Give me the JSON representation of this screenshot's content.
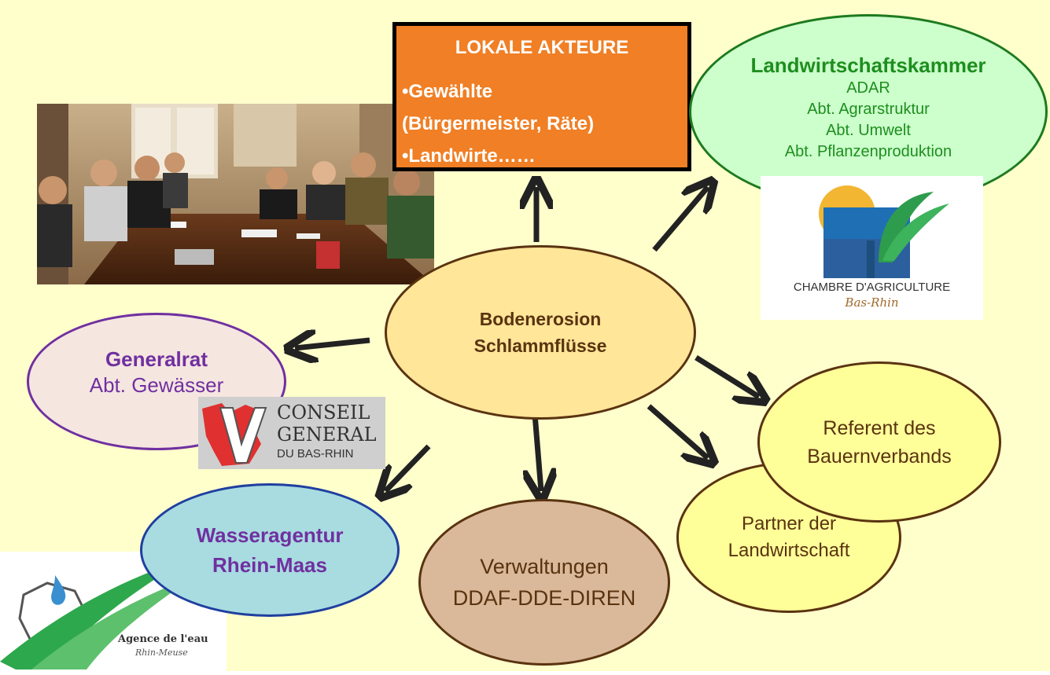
{
  "colors": {
    "background": "#FFFFCC",
    "arrow": "#222222",
    "lokale_fill": "#F07F25",
    "kammer_fill": "#CCFFCC",
    "kammer_text": "#1E8E1E",
    "generalrat_fill": "#F5E6E0",
    "purple": "#7030A0",
    "center_fill": "#FFE699",
    "brown": "#5A3310",
    "yellow_fill": "#FFFF99",
    "wasser_fill": "#A8DCE0",
    "verwaltung_fill": "#D9B99A"
  },
  "lokale": {
    "title": "LOKALE AKTEURE",
    "line1": "•Gewählte",
    "line2": "(Bürgermeister, Räte)",
    "line3": "•Landwirte……"
  },
  "kammer": {
    "title": "Landwirtschaftskammer",
    "lines": [
      "ADAR",
      "Abt. Agrarstruktur",
      "Abt. Umwelt",
      "Abt. Pflanzenproduktion"
    ]
  },
  "center": {
    "line1": "Bodenerosion",
    "line2": "Schlammflüsse"
  },
  "generalrat": {
    "title": "Generalrat",
    "sub": "Abt. Gewässer"
  },
  "referent": {
    "line1": "Referent des",
    "line2": "Bauernverbands"
  },
  "partner": {
    "line1": "Partner der",
    "line2": "Landwirtschaft"
  },
  "verwaltung": {
    "line1": "Verwaltungen",
    "line2": "DDAF-DDE-DIREN"
  },
  "wasser": {
    "line1": "Wasseragentur",
    "line2": "Rhein-Maas"
  },
  "logos": {
    "chambre": {
      "line1": "CHAMBRE D'AGRICULTURE",
      "line2": "Bas-Rhin"
    },
    "conseil": {
      "line1": "CONSEIL",
      "line2": "GENERAL",
      "line3": "DU BAS-RHIN"
    },
    "agence": {
      "line1": "Agence de l'eau",
      "line2": "Rhin-Meuse"
    }
  },
  "icons": {
    "photo": "meeting-photo",
    "arrow": "arrow-icon"
  }
}
